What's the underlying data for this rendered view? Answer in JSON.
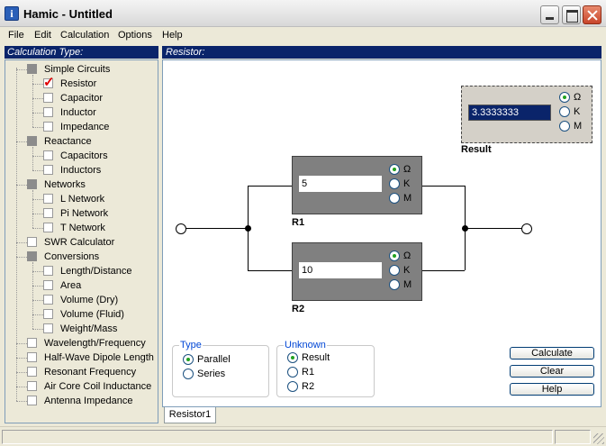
{
  "window": {
    "title": "Hamic - Untitled",
    "app_icon": "i"
  },
  "menu": [
    "File",
    "Edit",
    "Calculation",
    "Options",
    "Help"
  ],
  "left_panel": {
    "header": "Calculation Type:",
    "tree": [
      {
        "label": "Simple Circuits",
        "level": 0,
        "filled": true
      },
      {
        "label": "Resistor",
        "level": 1,
        "checked": true
      },
      {
        "label": "Capacitor",
        "level": 1
      },
      {
        "label": "Inductor",
        "level": 1
      },
      {
        "label": "Impedance",
        "level": 1
      },
      {
        "label": "Reactance",
        "level": 0,
        "filled": true
      },
      {
        "label": "Capacitors",
        "level": 1
      },
      {
        "label": "Inductors",
        "level": 1
      },
      {
        "label": "Networks",
        "level": 0,
        "filled": true
      },
      {
        "label": "L Network",
        "level": 1
      },
      {
        "label": "Pi Network",
        "level": 1
      },
      {
        "label": "T Network",
        "level": 1
      },
      {
        "label": "SWR Calculator",
        "level": 0
      },
      {
        "label": "Conversions",
        "level": 0,
        "filled": true
      },
      {
        "label": "Length/Distance",
        "level": 1
      },
      {
        "label": "Area",
        "level": 1
      },
      {
        "label": "Volume (Dry)",
        "level": 1
      },
      {
        "label": "Volume (Fluid)",
        "level": 1
      },
      {
        "label": "Weight/Mass",
        "level": 1
      },
      {
        "label": "Wavelength/Frequency",
        "level": 0
      },
      {
        "label": "Half-Wave Dipole Length",
        "level": 0
      },
      {
        "label": "Resonant Frequency",
        "level": 0
      },
      {
        "label": "Air Core Coil Inductance",
        "level": 0
      },
      {
        "label": "Antenna Impedance",
        "level": 0
      }
    ]
  },
  "right_panel": {
    "header": "Resistor:",
    "units": [
      "Ω",
      "K",
      "M"
    ],
    "result": {
      "label": "Result",
      "value": "3.3333333",
      "unit_selected": "Ω"
    },
    "r1": {
      "label": "R1",
      "value": "5",
      "unit_selected": "Ω"
    },
    "r2": {
      "label": "R2",
      "value": "10",
      "unit_selected": "Ω"
    },
    "type_group": {
      "title": "Type",
      "options": [
        "Parallel",
        "Series"
      ],
      "selected": "Parallel"
    },
    "unknown_group": {
      "title": "Unknown",
      "options": [
        "Result",
        "R1",
        "R2"
      ],
      "selected": "Result"
    },
    "buttons": {
      "calculate": "Calculate",
      "clear": "Clear",
      "help": "Help"
    },
    "tab": "Resistor1"
  }
}
